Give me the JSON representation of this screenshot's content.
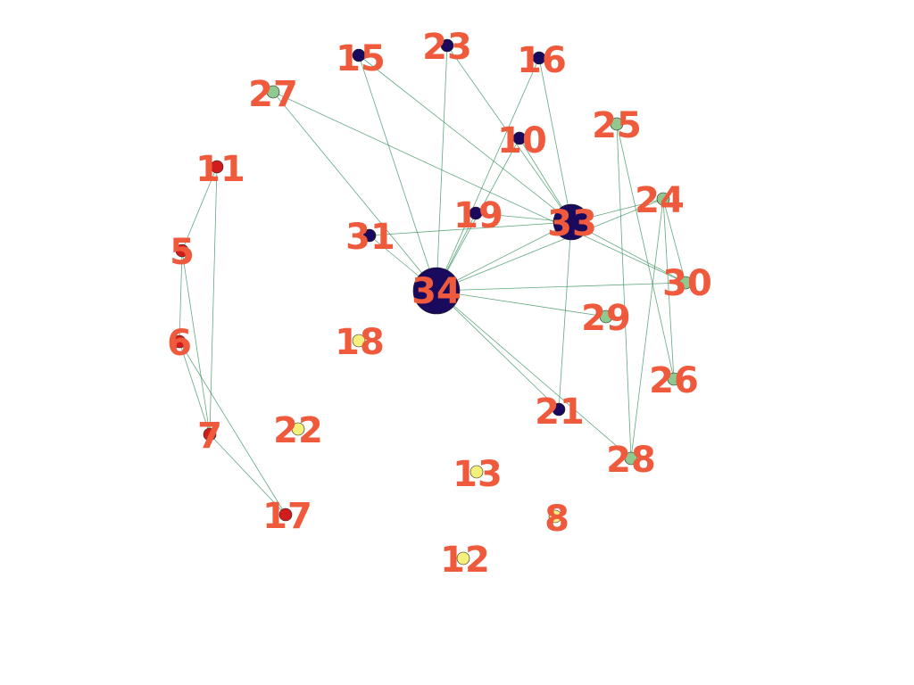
{
  "diagram": {
    "background_color": "#ffffff",
    "edge_color": "#2e8b57",
    "label_color": "#f05a3c",
    "group_colors": {
      "red": "#d01c1c",
      "navy": "#1a0a5e",
      "green": "#8fc98f",
      "yellow": "#f4f07a"
    },
    "nodes": [
      {
        "id": "1",
        "label": "15",
        "group": "navy",
        "size": "small"
      },
      {
        "id": "2",
        "label": "23",
        "group": "navy",
        "size": "small"
      },
      {
        "id": "3",
        "label": "16",
        "group": "navy",
        "size": "small"
      },
      {
        "id": "4",
        "label": "27",
        "group": "green",
        "size": "small"
      },
      {
        "id": "5",
        "label": "25",
        "group": "green",
        "size": "small"
      },
      {
        "id": "6",
        "label": "10",
        "group": "navy",
        "size": "small"
      },
      {
        "id": "7",
        "label": "11",
        "group": "red",
        "size": "small"
      },
      {
        "id": "8",
        "label": "24",
        "group": "green",
        "size": "small"
      },
      {
        "id": "9",
        "label": "19",
        "group": "navy",
        "size": "small"
      },
      {
        "id": "10",
        "label": "33",
        "group": "navy",
        "size": "large"
      },
      {
        "id": "11",
        "label": "31",
        "group": "navy",
        "size": "small"
      },
      {
        "id": "12",
        "label": "5",
        "group": "red",
        "size": "small"
      },
      {
        "id": "13",
        "label": "34",
        "group": "navy",
        "size": "xlarge"
      },
      {
        "id": "14",
        "label": "30",
        "group": "green",
        "size": "small"
      },
      {
        "id": "15",
        "label": "29",
        "group": "green",
        "size": "small"
      },
      {
        "id": "16",
        "label": "6",
        "group": "red",
        "size": "small"
      },
      {
        "id": "17",
        "label": "18",
        "group": "yellow",
        "size": "small"
      },
      {
        "id": "18",
        "label": "26",
        "group": "green",
        "size": "small"
      },
      {
        "id": "19",
        "label": "21",
        "group": "navy",
        "size": "small"
      },
      {
        "id": "20",
        "label": "7",
        "group": "red",
        "size": "small"
      },
      {
        "id": "21",
        "label": "22",
        "group": "yellow",
        "size": "small"
      },
      {
        "id": "22",
        "label": "28",
        "group": "green",
        "size": "small"
      },
      {
        "id": "23",
        "label": "13",
        "group": "yellow",
        "size": "small"
      },
      {
        "id": "24",
        "label": "17",
        "group": "red",
        "size": "small"
      },
      {
        "id": "25",
        "label": "8",
        "group": "yellow",
        "size": "small"
      },
      {
        "id": "26",
        "label": "12",
        "group": "yellow",
        "size": "small"
      }
    ],
    "edges": [
      [
        "15",
        "34"
      ],
      [
        "15",
        "33"
      ],
      [
        "23",
        "34"
      ],
      [
        "23",
        "33"
      ],
      [
        "16",
        "34"
      ],
      [
        "16",
        "33"
      ],
      [
        "27",
        "34"
      ],
      [
        "27",
        "30"
      ],
      [
        "10",
        "34"
      ],
      [
        "10",
        "33"
      ],
      [
        "19",
        "34"
      ],
      [
        "19",
        "33"
      ],
      [
        "31",
        "34"
      ],
      [
        "31",
        "33"
      ],
      [
        "33",
        "34"
      ],
      [
        "24",
        "34"
      ],
      [
        "24",
        "33"
      ],
      [
        "30",
        "34"
      ],
      [
        "30",
        "33"
      ],
      [
        "30",
        "24"
      ],
      [
        "29",
        "34"
      ],
      [
        "21",
        "34"
      ],
      [
        "21",
        "33"
      ],
      [
        "28",
        "34"
      ],
      [
        "25",
        "28"
      ],
      [
        "25",
        "26"
      ],
      [
        "24",
        "28"
      ],
      [
        "24",
        "26"
      ],
      [
        "11",
        "5"
      ],
      [
        "11",
        "7"
      ],
      [
        "5",
        "6"
      ],
      [
        "5",
        "7"
      ],
      [
        "6",
        "7"
      ],
      [
        "6",
        "17"
      ],
      [
        "7",
        "17"
      ]
    ]
  }
}
